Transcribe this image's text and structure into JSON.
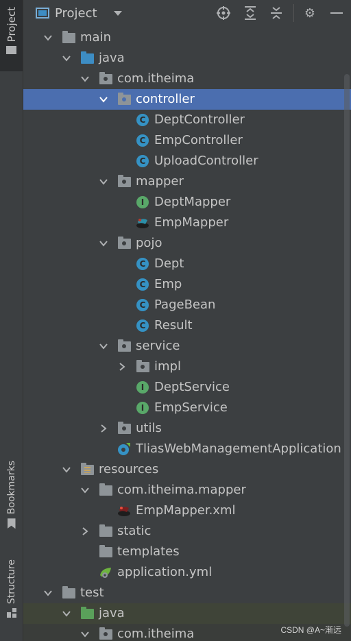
{
  "header": {
    "title": "Project"
  },
  "sidebar": {
    "project_tab": "Project",
    "bookmarks_tab": "Bookmarks",
    "structure_tab": "Structure"
  },
  "tree": [
    {
      "label": "main",
      "depth": 1,
      "icon": "folder",
      "expand": "down"
    },
    {
      "label": "java",
      "depth": 2,
      "icon": "folder-blue",
      "expand": "down"
    },
    {
      "label": "com.itheima",
      "depth": 3,
      "icon": "package",
      "expand": "down"
    },
    {
      "label": "controller",
      "depth": 4,
      "icon": "package",
      "expand": "down",
      "selected": true
    },
    {
      "label": "DeptController",
      "depth": 5,
      "icon": "class"
    },
    {
      "label": "EmpController",
      "depth": 5,
      "icon": "class"
    },
    {
      "label": "UploadController",
      "depth": 5,
      "icon": "class"
    },
    {
      "label": "mapper",
      "depth": 4,
      "icon": "package",
      "expand": "down"
    },
    {
      "label": "DeptMapper",
      "depth": 5,
      "icon": "interface"
    },
    {
      "label": "EmpMapper",
      "depth": 5,
      "icon": "mybatis"
    },
    {
      "label": "pojo",
      "depth": 4,
      "icon": "package",
      "expand": "down"
    },
    {
      "label": "Dept",
      "depth": 5,
      "icon": "class"
    },
    {
      "label": "Emp",
      "depth": 5,
      "icon": "class"
    },
    {
      "label": "PageBean",
      "depth": 5,
      "icon": "class"
    },
    {
      "label": "Result",
      "depth": 5,
      "icon": "class"
    },
    {
      "label": "service",
      "depth": 4,
      "icon": "package",
      "expand": "down"
    },
    {
      "label": "impl",
      "depth": 5,
      "icon": "package",
      "expand": "right"
    },
    {
      "label": "DeptService",
      "depth": 5,
      "icon": "interface"
    },
    {
      "label": "EmpService",
      "depth": 5,
      "icon": "interface"
    },
    {
      "label": "utils",
      "depth": 4,
      "icon": "package",
      "expand": "right"
    },
    {
      "label": "TliasWebManagementApplication",
      "depth": 4,
      "icon": "springboot"
    },
    {
      "label": "resources",
      "depth": 2,
      "icon": "resources",
      "expand": "down"
    },
    {
      "label": "com.itheima.mapper",
      "depth": 3,
      "icon": "folder",
      "expand": "down"
    },
    {
      "label": "EmpMapper.xml",
      "depth": 4,
      "icon": "mybatis-xml"
    },
    {
      "label": "static",
      "depth": 3,
      "icon": "folder",
      "expand": "right"
    },
    {
      "label": "templates",
      "depth": 3,
      "icon": "folder"
    },
    {
      "label": "application.yml",
      "depth": 3,
      "icon": "yml"
    },
    {
      "label": "test",
      "depth": 1,
      "icon": "folder",
      "expand": "down"
    },
    {
      "label": "java",
      "depth": 2,
      "icon": "folder-green",
      "expand": "down",
      "dim": true
    },
    {
      "label": "com.itheima",
      "depth": 3,
      "icon": "package",
      "expand": "down",
      "dim2": true
    }
  ],
  "watermark": "CSDN @A~渐远",
  "colors": {
    "selection": "#4b6eaf",
    "class_icon": "#3592c4",
    "interface_icon": "#59a869",
    "background": "#3c3f41"
  }
}
